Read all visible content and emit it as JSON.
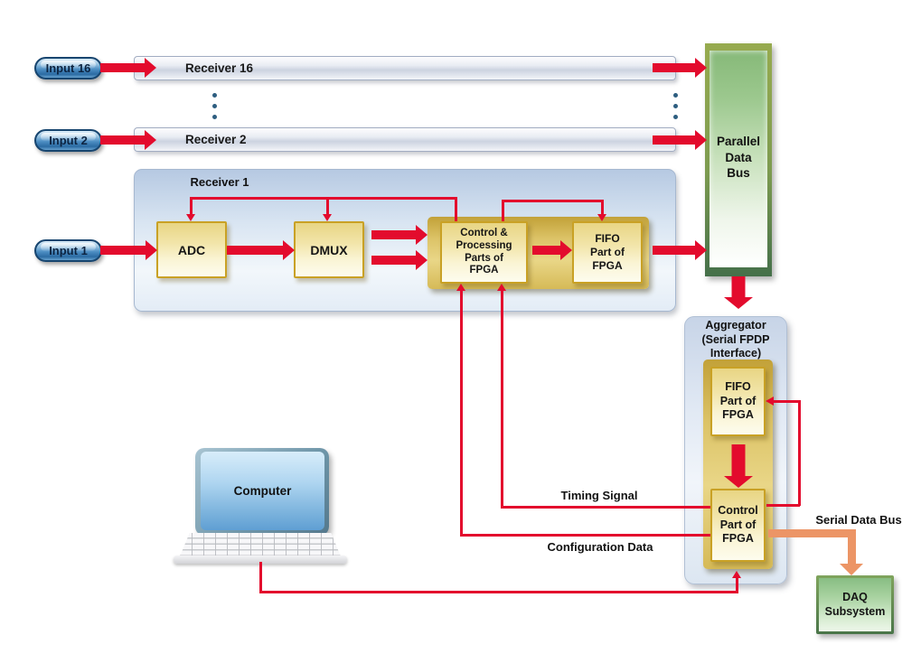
{
  "palette": {
    "arrow_red": "#e30b2d",
    "serial_bus_orange": "#ec9566",
    "bus_green": "#9cc88e",
    "block_gold": "#c9a125",
    "pill_blue": "#4e8fc4"
  },
  "inputs": [
    {
      "label": "Input 16"
    },
    {
      "label": "Input 2"
    },
    {
      "label": "Input 1"
    }
  ],
  "receivers": {
    "r16": {
      "label": "Receiver 16"
    },
    "r2": {
      "label": "Receiver 2"
    },
    "r1": {
      "label": "Receiver 1"
    }
  },
  "receiver1": {
    "adc": "ADC",
    "dmux": "DMUX",
    "control": "Control &\nProcessing\nParts of\nFPGA",
    "fifo": "FIFO\nPart of\nFPGA"
  },
  "bus": {
    "label": "Parallel\nData\nBus"
  },
  "aggregator": {
    "title": "Aggregator\n(Serial FPDP\nInterface)",
    "fifo": "FIFO\nPart of\nFPGA",
    "control": "Control\nPart of\nFPGA"
  },
  "computer": {
    "label": "Computer"
  },
  "signals": {
    "timing": "Timing Signal",
    "configuration": "Configuration Data",
    "serial": "Serial Data Bus"
  },
  "daq": {
    "label": "DAQ\nSubsystem"
  }
}
